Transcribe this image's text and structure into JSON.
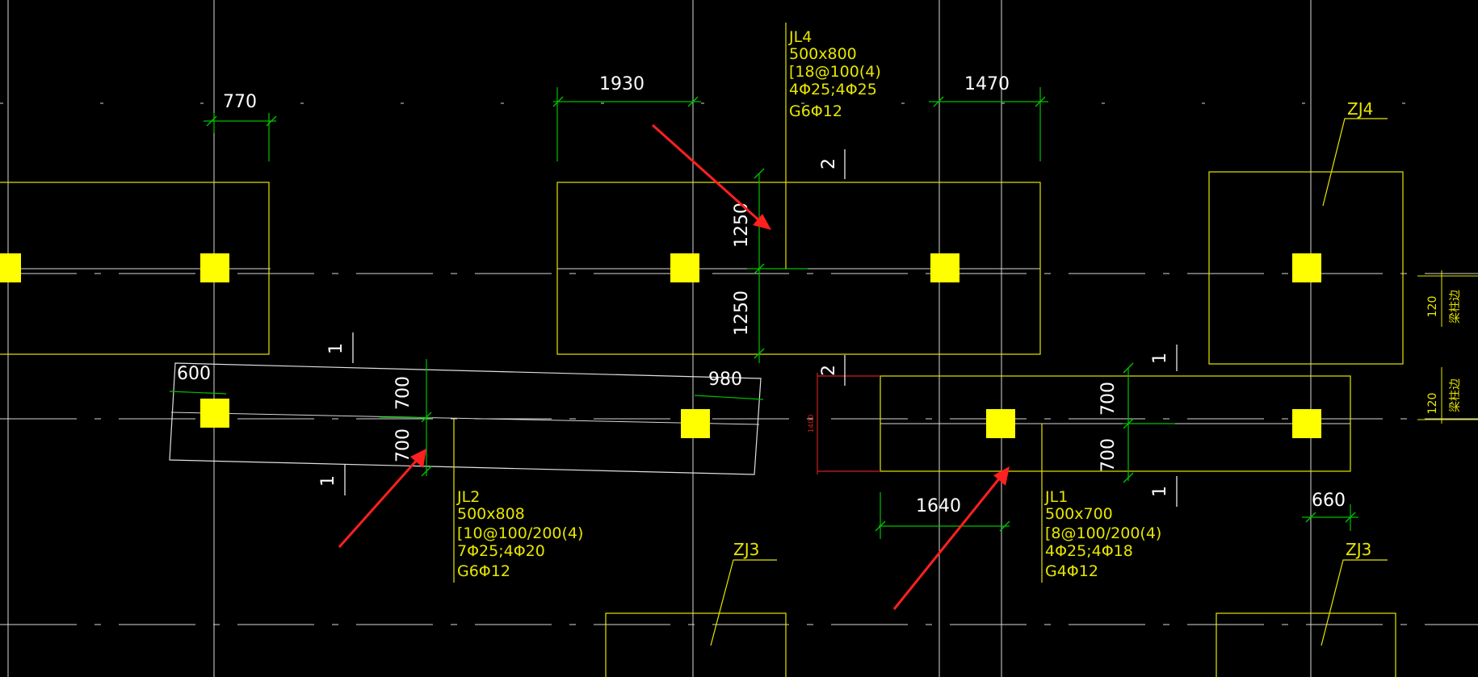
{
  "colors": {
    "background": "#000000",
    "axis": "#d8d8d8",
    "footing": "#e6e600",
    "column": "#ffff00",
    "dimension": "#00c000",
    "dim_text": "#ffffff",
    "beam_label": "#e6e600",
    "arrow": "#ff2020",
    "section_mark": "#ffffff",
    "red_dim": "#cc2020"
  },
  "dimensions": {
    "d770": "770",
    "d1930": "1930",
    "d1470": "1470",
    "d1250_top": "1250",
    "d1250_bot": "1250",
    "d600": "600",
    "d980": "980",
    "d700_a": "700",
    "d700_b": "700",
    "d700_c": "700",
    "d700_d": "700",
    "d1640": "1640",
    "d660": "660",
    "d1400": "1400"
  },
  "section_marks": {
    "s2_top": "2",
    "s2_bot": "2",
    "s1_a": "1",
    "s1_b": "1",
    "s1_c": "1",
    "s1_d": "1"
  },
  "beams": {
    "jl4": [
      "JL4",
      "500x800",
      "[18@100(4)",
      "4Φ25;4Φ25",
      "G6Φ12"
    ],
    "jl2": [
      "JL2",
      "500x808",
      "[10@100/200(4)",
      "7Φ25;4Φ20",
      "G6Φ12"
    ],
    "jl1": [
      "JL1",
      "500x700",
      "[8@100/200(4)",
      "4Φ25;4Φ18",
      "G4Φ12"
    ]
  },
  "footing_tags": {
    "zj4": "ZJ4",
    "zj3_left": "ZJ3",
    "zj3_right": "ZJ3"
  },
  "side_notes": {
    "n120_top": "120",
    "note_top": "梁柱边",
    "n120_bot": "120",
    "note_bot": "梁柱边"
  }
}
